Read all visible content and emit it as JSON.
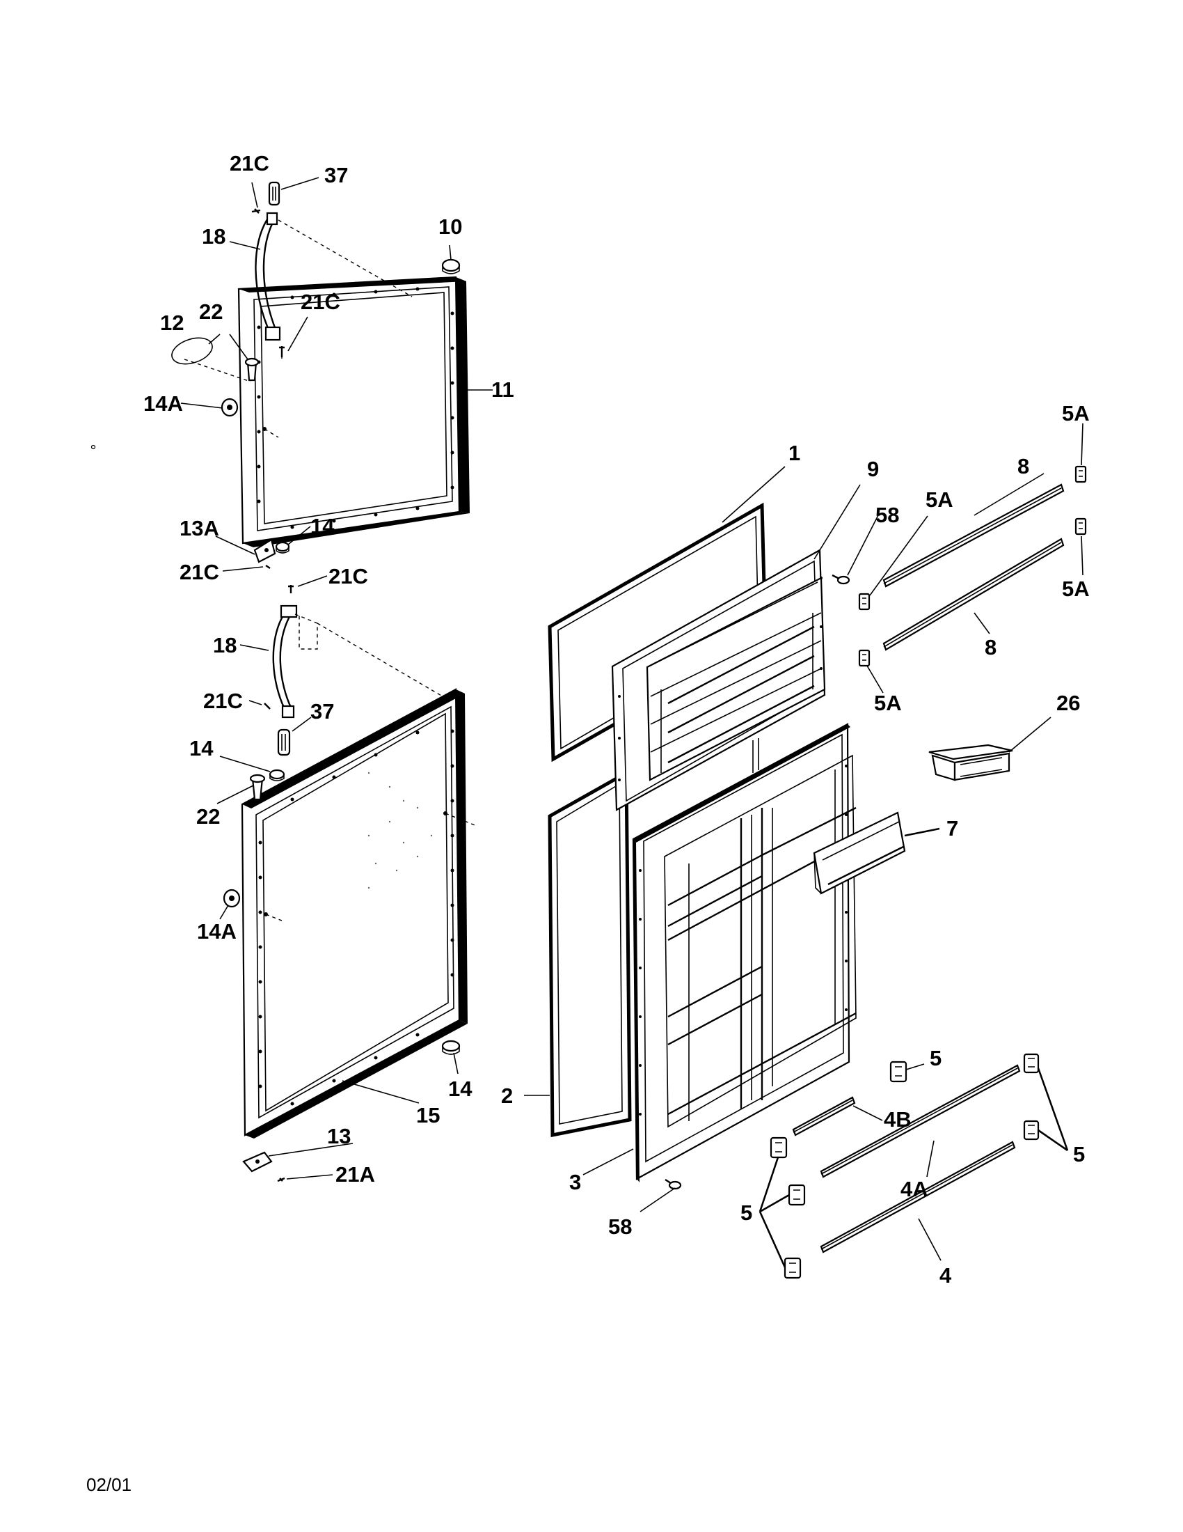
{
  "callouts": {
    "c21c_top": "21C",
    "c37_top": "37",
    "c18_top": "18",
    "c10": "10",
    "c12": "12",
    "c22_top": "22",
    "c21c_mid": "21C",
    "c11": "11",
    "c14a_top": "14A",
    "c13a": "13A",
    "c14_top": "14",
    "c21c_left": "21C",
    "c21c_right": "21C",
    "c18_low": "18",
    "c21c_low": "21C",
    "c37_low": "37",
    "c14_low": "14",
    "c22_low": "22",
    "c14a_low": "14A",
    "c14_bottom": "14",
    "c15": "15",
    "c13": "13",
    "c21a": "21A",
    "c1": "1",
    "c9": "9",
    "c58_top": "58",
    "c5a_mid": "5A",
    "c8_top": "8",
    "c5a_topright": "5A",
    "c5a_right": "5A",
    "c8_low": "8",
    "c5a_low": "5A",
    "c26": "26",
    "c7": "7",
    "c2": "2",
    "c3": "3",
    "c58_low": "58",
    "c5_top": "5",
    "c4b": "4B",
    "c4a": "4A",
    "c5_right": "5",
    "c5_left": "5",
    "c4": "4"
  },
  "footer": {
    "date": "02/01"
  }
}
